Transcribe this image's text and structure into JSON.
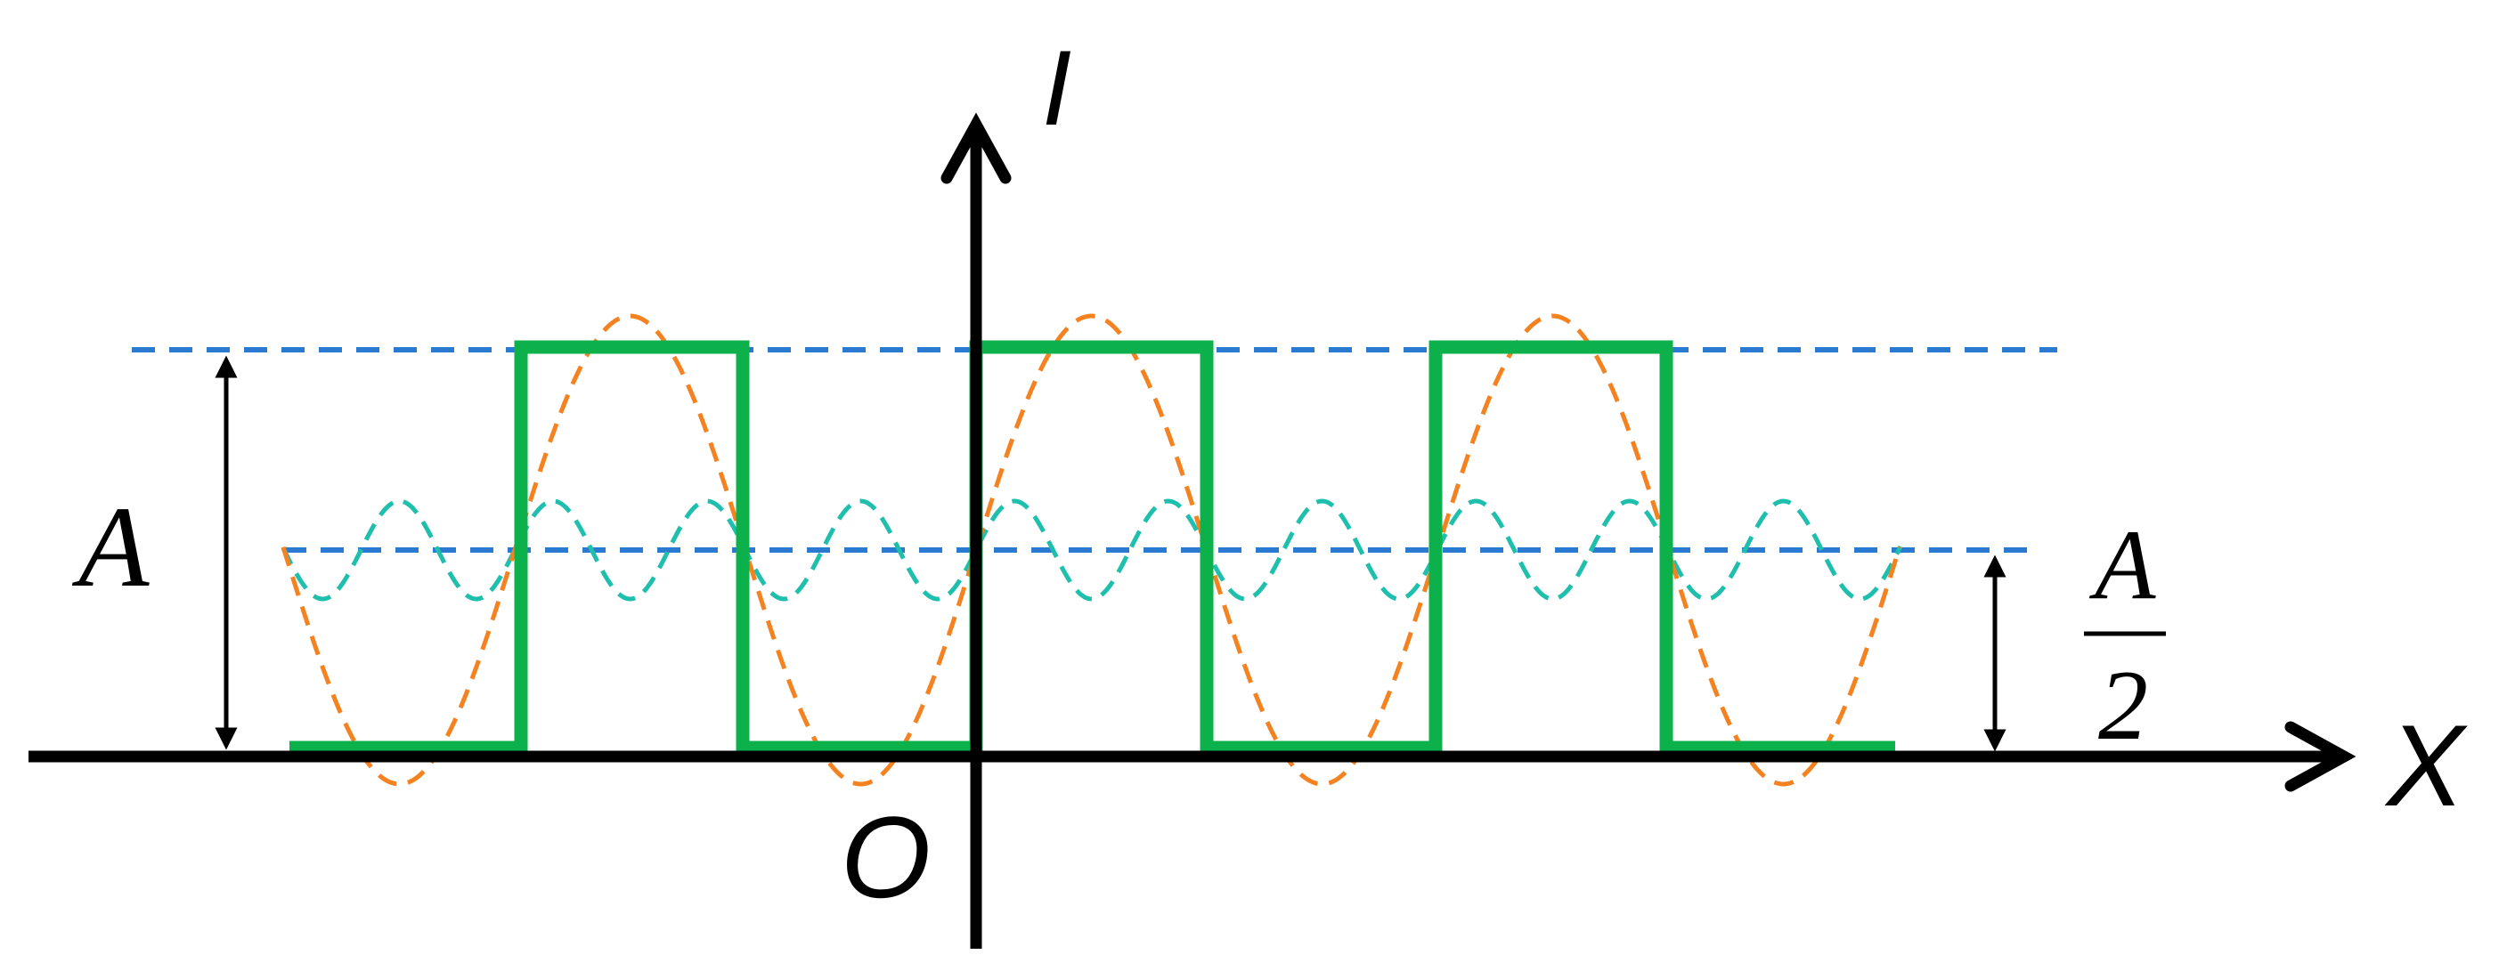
{
  "labels": {
    "y_axis": "I",
    "x_axis": "X",
    "origin": "O",
    "amplitude": "A",
    "half_numerator": "A",
    "half_denominator": "2"
  },
  "colors": {
    "square_wave": "#0cb14b",
    "fundamental_wave": "#f58220",
    "harmonic_wave": "#1fbfad",
    "guide_line": "#2a7ad1",
    "axes": "#000000"
  }
}
